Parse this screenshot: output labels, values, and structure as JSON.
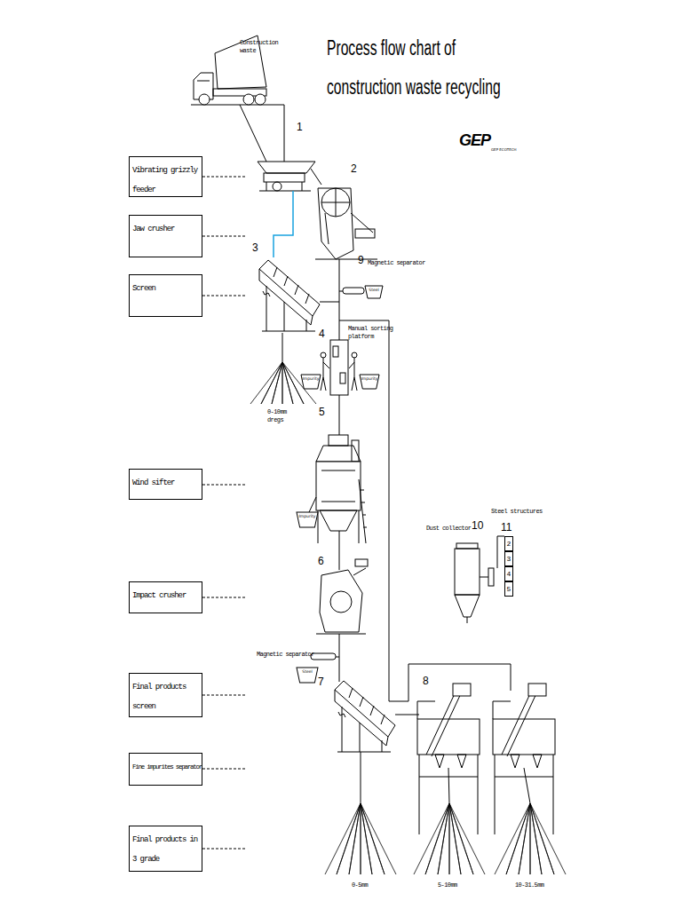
{
  "diagram": {
    "title": "Process flow chart of construction waste recycling",
    "nodes": [
      {
        "text": [
          "Vibrating grizzly feeder"
        ]
      },
      {
        "text": [
          "Jaw crusher"
        ]
      },
      {
        "text": [
          "Screen"
        ]
      },
      {
        "text": [
          "Steel"
        ]
      },
      {
        "text": [
          "Impurity"
        ]
      },
      {
        "text": [
          "Impurity"
        ]
      },
      {
        "text": [
          "Wind sifter"
        ]
      },
      {
        "text": [
          "Impurity"
        ]
      },
      {
        "text": [
          "2"
        ]
      },
      {
        "text": [
          "3"
        ]
      },
      {
        "text": [
          "4"
        ]
      },
      {
        "text": [
          "5"
        ]
      },
      {
        "text": [
          "Impact crusher"
        ]
      },
      {
        "text": [
          "Steel"
        ]
      },
      {
        "text": [
          "Final products screen"
        ]
      },
      {
        "text": [
          "Fine impurites separator"
        ]
      },
      {
        "text": [
          "Final products in 3 grade"
        ]
      }
    ],
    "labels": [
      "Construction waste",
      "1",
      "2",
      "3",
      "9",
      "Magnetic separator",
      "Manual sorting platform",
      "4",
      "0-10mm dregs",
      "5",
      "Dust collector",
      "10",
      "Steel structures",
      "11",
      "6",
      "Magnetic separator",
      "7",
      "8",
      "0-5mm",
      "5-10mm",
      "10-31.5mm",
      "GEP",
      "GEP ECOTECH"
    ]
  }
}
